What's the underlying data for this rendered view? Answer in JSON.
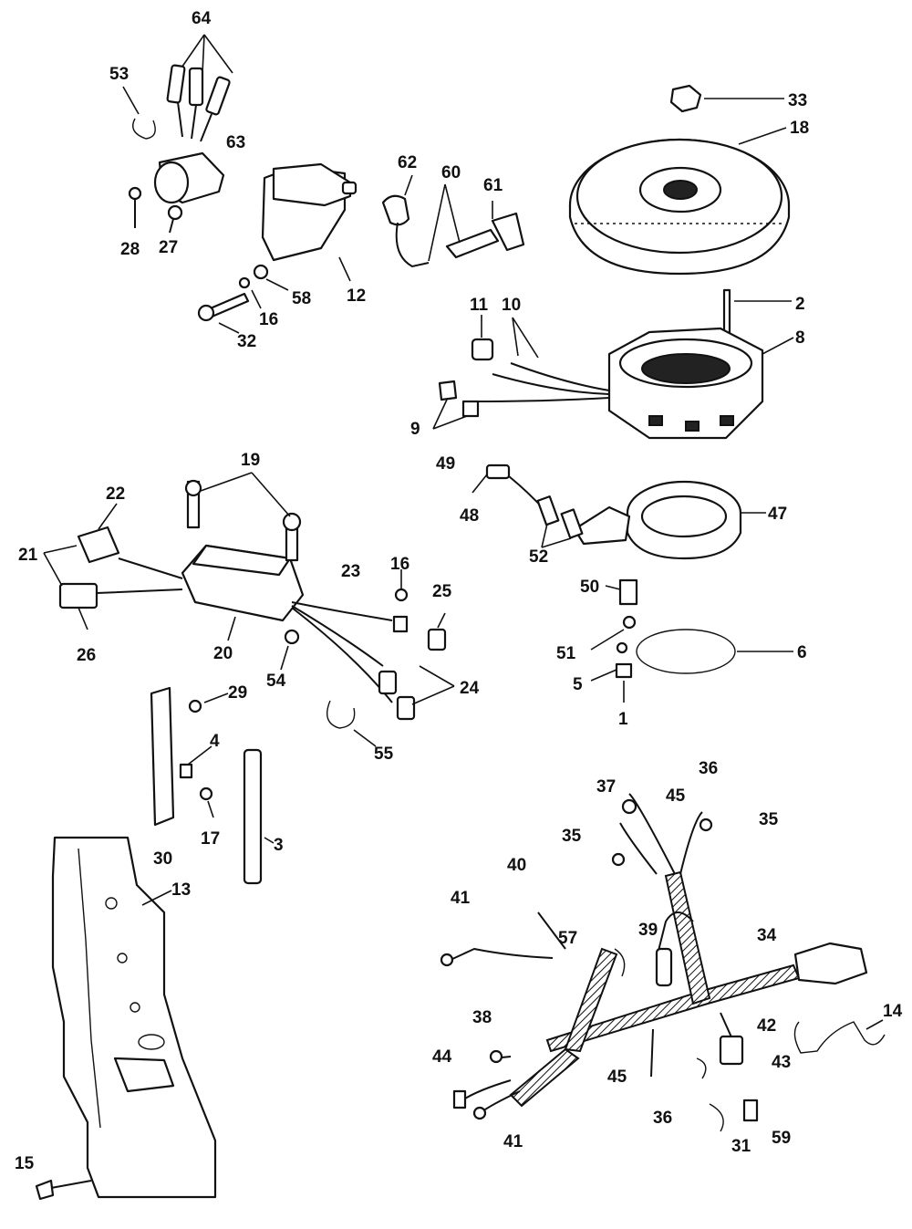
{
  "callouts": [
    "64",
    "53",
    "63",
    "28",
    "27",
    "62",
    "60",
    "61",
    "33",
    "18",
    "12",
    "58",
    "16",
    "32",
    "11",
    "10",
    "2",
    "8",
    "9",
    "19",
    "22",
    "21",
    "26",
    "20",
    "23",
    "16",
    "25",
    "24",
    "54",
    "49",
    "48",
    "52",
    "47",
    "50",
    "51",
    "6",
    "5",
    "1",
    "29",
    "4",
    "17",
    "3",
    "55",
    "30",
    "13",
    "15",
    "37",
    "45",
    "36",
    "35",
    "35",
    "40",
    "41",
    "57",
    "39",
    "34",
    "14",
    "38",
    "42",
    "44",
    "45",
    "43",
    "36",
    "31",
    "59",
    "41"
  ]
}
